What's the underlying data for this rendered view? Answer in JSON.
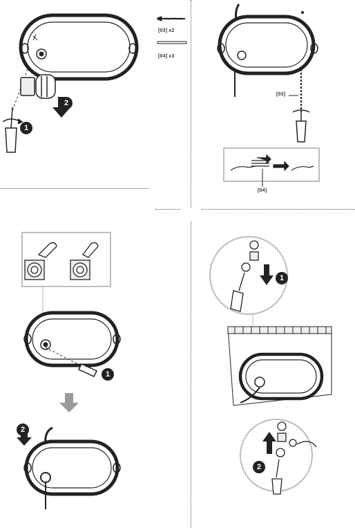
{
  "parts": {
    "screw_label": "[03] x2",
    "plug_label": "[04] x3",
    "callout_screw": "[03]",
    "callout_plug": "[04]"
  },
  "steps": {
    "one": "1",
    "two": "2"
  },
  "colors": {
    "ink": "#222222",
    "gray_arrow": "#9a9a9a",
    "frame": "#bdbdbd",
    "fill_light": "#eeeeee"
  }
}
